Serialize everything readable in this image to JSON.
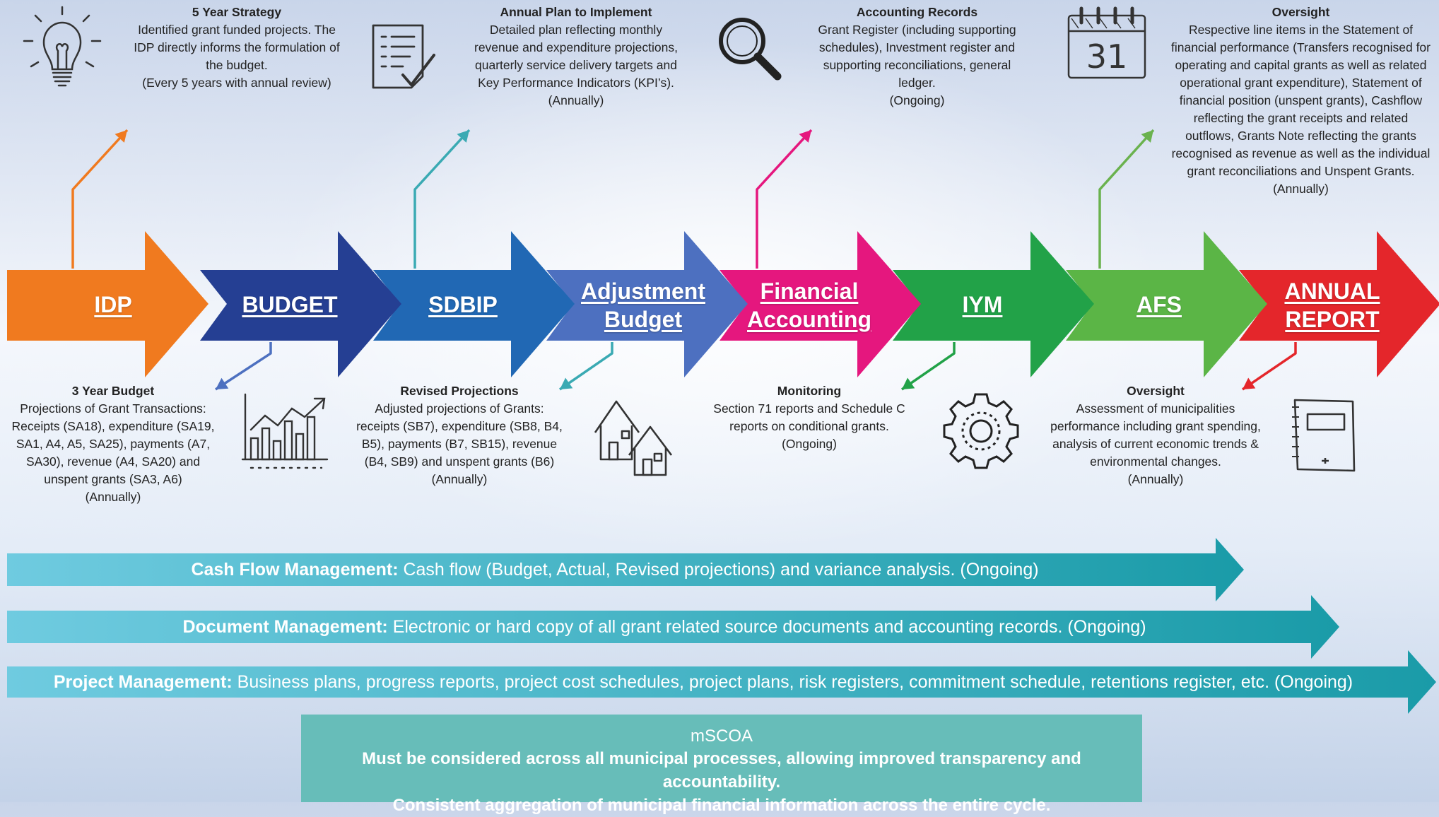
{
  "stages": [
    {
      "id": "idp",
      "label_lines": [
        "IDP"
      ],
      "color": "#f07a1f"
    },
    {
      "id": "budget",
      "label_lines": [
        "BUDGET"
      ],
      "color": "#253f93"
    },
    {
      "id": "sdbip",
      "label_lines": [
        "SDBIP"
      ],
      "color": "#2168b4"
    },
    {
      "id": "adjustment",
      "label_lines": [
        "Adjustment",
        "Budget"
      ],
      "color": "#4d70c0"
    },
    {
      "id": "financial",
      "label_lines": [
        "Financial",
        "Accounting"
      ],
      "color": "#e5177e"
    },
    {
      "id": "iym",
      "label_lines": [
        "IYM"
      ],
      "color": "#22a248"
    },
    {
      "id": "afs",
      "label_lines": [
        "AFS"
      ],
      "color": "#5bb546"
    },
    {
      "id": "annual",
      "label_lines": [
        "ANNUAL",
        "REPORT"
      ],
      "color": "#e4262b"
    }
  ],
  "top_notes": [
    {
      "title": "5 Year Strategy",
      "lines": [
        "Identified grant funded projects. The",
        "IDP directly informs the formulation of",
        "the budget.",
        "(Every 5 years with annual review)"
      ],
      "icon": "lightbulb-icon",
      "arrow_color": "#f07a1f"
    },
    {
      "title": "Annual Plan to Implement",
      "lines": [
        "Detailed plan reflecting monthly",
        "revenue and expenditure projections,",
        "quarterly service delivery targets and",
        "Key Performance Indicators (KPI’s).",
        "(Annually)"
      ],
      "icon": "checklist-icon",
      "arrow_color": "#3aaab3"
    },
    {
      "title": "Accounting Records",
      "lines": [
        "Grant Register (including supporting",
        "schedules), Investment register and",
        "supporting reconciliations, general",
        "ledger.",
        "(Ongoing)"
      ],
      "icon": "magnifier-icon",
      "arrow_color": "#e5177e"
    },
    {
      "title": "Oversight",
      "lines": [
        "Respective line items in the Statement of",
        "financial performance (Transfers recognised for",
        "operating and capital grants as well as related",
        "operational grant expenditure), Statement of",
        "financial position (unspent grants), Cashflow",
        "reflecting the grant receipts and related",
        "outflows, Grants Note reflecting the grants",
        "recognised as revenue as well as the individual",
        "grant reconciliations and Unspent Grants.",
        "(Annually)"
      ],
      "icon": "calendar-icon",
      "calendar_day": "31",
      "arrow_color": "#6ab24e"
    }
  ],
  "bottom_notes": [
    {
      "title": "3 Year Budget",
      "lines": [
        "Projections of Grant Transactions:",
        "Receipts (SA18), expenditure (SA19,",
        "SA1, A4, A5, SA25), payments (A7,",
        "SA30), revenue (A4, SA20) and",
        "unspent grants (SA3, A6)",
        "(Annually)"
      ],
      "icon": "bar-chart-icon",
      "arrow_color": "#4d70c0"
    },
    {
      "title": "Revised Projections",
      "lines": [
        "Adjusted projections of Grants:",
        "receipts (SB7), expenditure (SB8, B4,",
        "B5), payments (B7, SB15), revenue",
        "(B4, SB9) and unspent grants (B6)",
        "(Annually)"
      ],
      "icon": "houses-icon",
      "arrow_color": "#3aaab3"
    },
    {
      "title": "Monitoring",
      "lines": [
        "Section 71 reports and Schedule C",
        "reports on conditional grants.",
        "(Ongoing)"
      ],
      "icon": "gear-icon",
      "arrow_color": "#22a248"
    },
    {
      "title": "Oversight",
      "lines": [
        "Assessment of municipalities",
        "performance including grant spending,",
        "analysis of current economic trends &",
        "environmental changes.",
        "(Annually)"
      ],
      "icon": "notebook-icon",
      "arrow_color": "#e4262b"
    }
  ],
  "bands": [
    {
      "bold": "Cash Flow Management:",
      "text": " Cash flow (Budget, Actual, Revised projections) and variance analysis.  (Ongoing)"
    },
    {
      "bold": "Document Management:",
      "text": " Electronic or hard copy of all grant related source documents and accounting records. (Ongoing)"
    },
    {
      "bold": "Project Management:",
      "text": "  Business plans, progress reports, project cost schedules, project plans, risk registers, commitment schedule, retentions register, etc. (Ongoing)"
    }
  ],
  "mscoa": {
    "title": "mSCOA",
    "line1": "Must be considered across all municipal processes, allowing improved transparency and accountability.",
    "line2": "Consistent aggregation of municipal financial information across the entire cycle."
  }
}
